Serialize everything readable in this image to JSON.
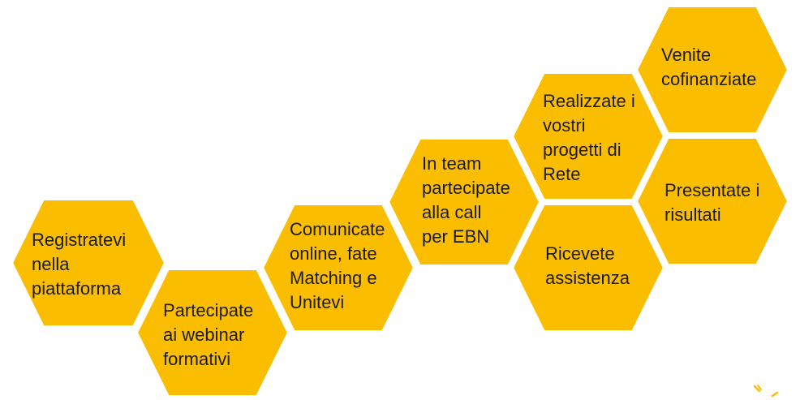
{
  "colors": {
    "hexagon_fill": "#FBBD00",
    "text": "#1a1a1a",
    "background": "#ffffff"
  },
  "steps": [
    {
      "label": "Registratevi\nnella\npiattaforma"
    },
    {
      "label": "Partecipate\nai webinar\nformativi"
    },
    {
      "label": "Comunicate\nonline, fate\nMatching e\nUnitevi"
    },
    {
      "label": "In team\npartecipate\nalla call\nper EBN"
    },
    {
      "label": "Realizzate i\nvostri\nprogetti di\nRete"
    },
    {
      "label": "Ricevete\nassistenza"
    },
    {
      "label": "Venite\ncofinanziate"
    },
    {
      "label": "Presentate i\nrisultati"
    }
  ]
}
